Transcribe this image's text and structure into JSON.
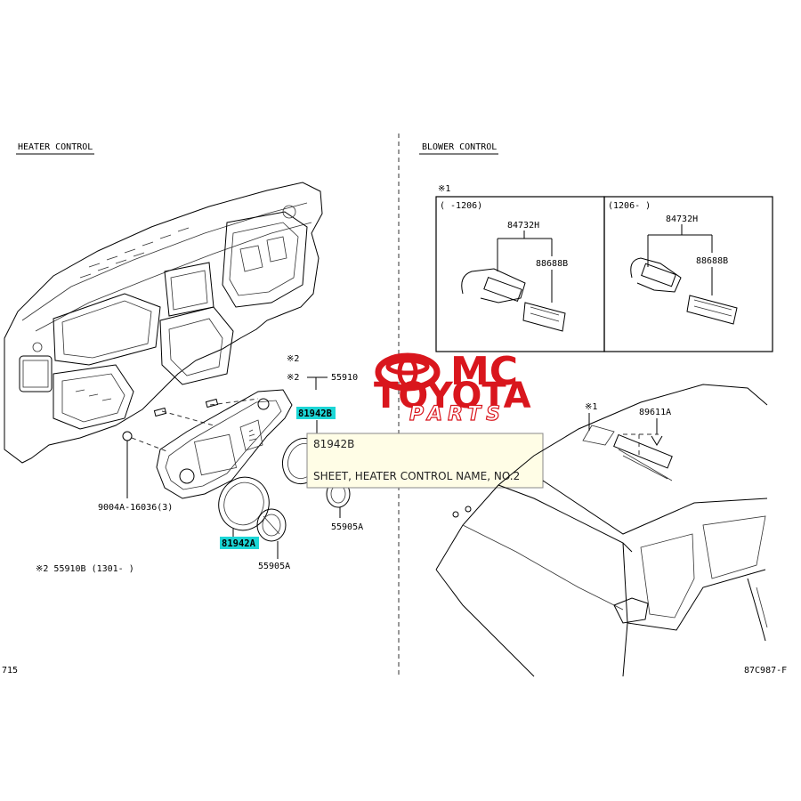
{
  "sections": {
    "heater_control": "HEATER CONTROL",
    "blower_control": "BLOWER CONTROL"
  },
  "blower_boxes": {
    "left": {
      "marker": "※1",
      "range": "(     -1206)",
      "part_a": "84732H",
      "part_b": "88688B"
    },
    "right": {
      "range": "(1206-     )",
      "part_a": "84732H",
      "part_b": "88688B"
    }
  },
  "heater_parts": {
    "mark1": "※2",
    "mark2": "※2",
    "p55910": "55910",
    "p81942B": "81942B",
    "p55905A_right": "55905A",
    "p9004A": "9004A-16036(3)",
    "p81942A": "81942A",
    "p55905A_bottom": "55905A",
    "p55910B": "※2 55910B (1301-     )"
  },
  "roof_parts": {
    "mark": "※1",
    "p89611A": "89611A"
  },
  "tooltip": {
    "part_no": "81942B",
    "description": "SHEET, HEATER CONTROL NAME, NO.2"
  },
  "logo": {
    "line1": "MC",
    "line2": "TOYOTA",
    "line3": "PARTS"
  },
  "footer": {
    "left_code": "715",
    "right_code": "87C987-F"
  },
  "colors": {
    "highlight": "#1cd6d6",
    "logo_red": "#d9161d",
    "tooltip_bg": "#fffde6"
  }
}
